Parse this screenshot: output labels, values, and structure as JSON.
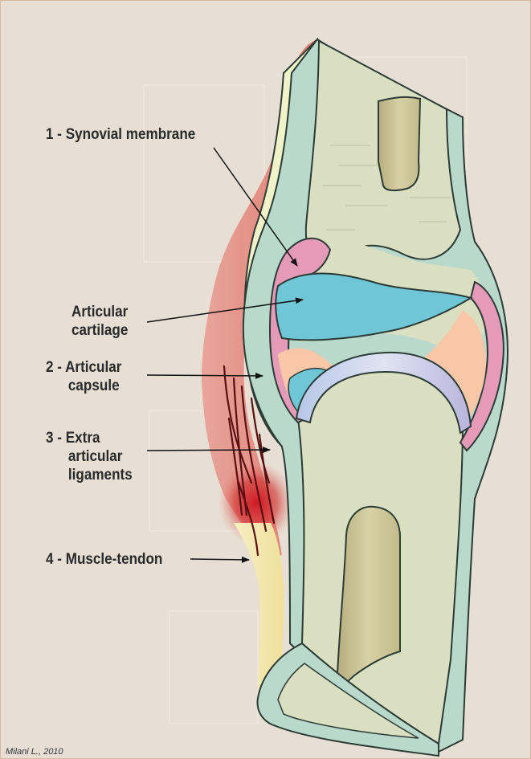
{
  "labels": {
    "synovial": "1 - Synovial membrane",
    "cartilage": [
      "Articular",
      "cartilage"
    ],
    "capsule": [
      "2 - Articular",
      "capsule"
    ],
    "ligaments": [
      "3 - Extra",
      "articular",
      "ligaments"
    ],
    "tendon": "4 - Muscle-tendon"
  },
  "credit": "Milani L., 2010",
  "colors": {
    "background": "#e7dfd3",
    "bone": "#d9dfc0",
    "outer_layer": "#b7d6cb",
    "synovial": "#e59ab8",
    "cartilage": "#6ec6d6",
    "joint_space": "#f7c7a8",
    "muscle": "#e48a80",
    "injury": "#c8101b",
    "tendon": "#f2e7a8"
  }
}
